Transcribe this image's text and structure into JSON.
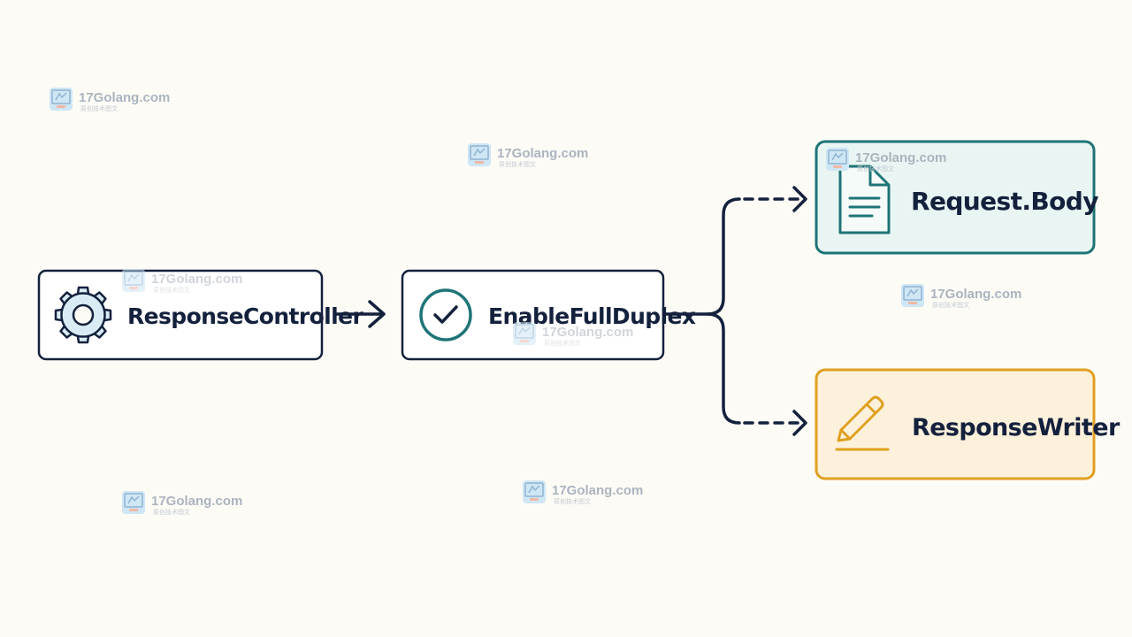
{
  "watermark": {
    "site": "17Golang.com",
    "tagline": "原创技术图文"
  },
  "colors": {
    "background": "#fdfbf6",
    "dark": "#14213d",
    "teal": "#1e7477",
    "teal_fill": "#e9f5f2",
    "orange": "#e0a020",
    "orange_fill": "#fdf1dc",
    "gear": "#6a9ab5"
  },
  "nodes": {
    "response_controller": {
      "label": "ResponseController",
      "icon": "gear-icon"
    },
    "enable_full_duplex": {
      "label": "EnableFullDuplex",
      "icon": "check-circle-icon"
    },
    "request_body": {
      "label": "Request.Body",
      "icon": "document-icon"
    },
    "response_writer": {
      "label": "ResponseWriter",
      "icon": "pencil-icon"
    }
  },
  "edges": [
    {
      "from": "ResponseController",
      "to": "EnableFullDuplex",
      "style": "solid"
    },
    {
      "from": "EnableFullDuplex",
      "to": "Request.Body",
      "style": "dashed"
    },
    {
      "from": "EnableFullDuplex",
      "to": "ResponseWriter",
      "style": "dashed"
    }
  ]
}
